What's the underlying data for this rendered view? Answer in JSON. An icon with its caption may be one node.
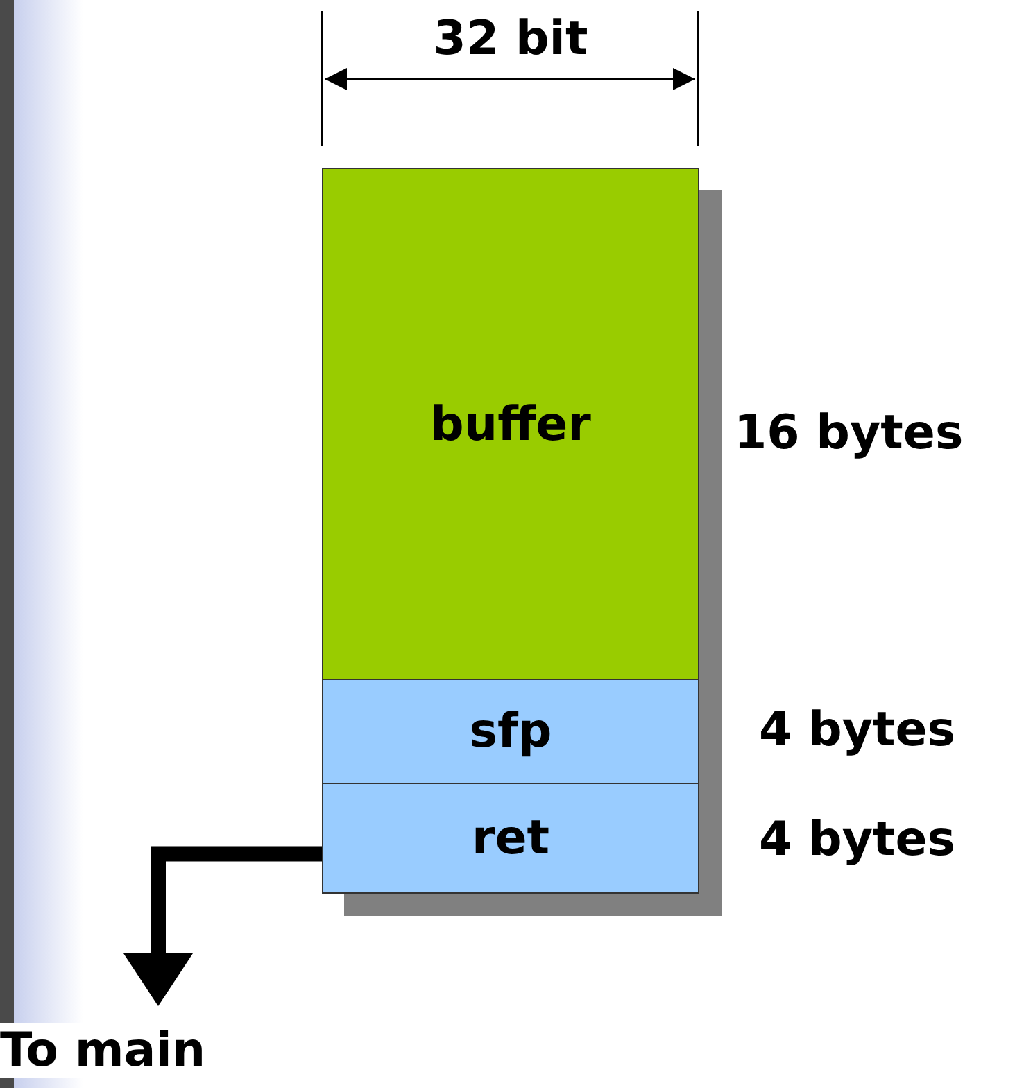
{
  "diagram": {
    "nodes": [
      {
        "text": [
          "buffer"
        ],
        "beside": [
          "16 bytes"
        ]
      },
      {
        "text": [
          "sfp"
        ],
        "beside": [
          "4 bytes"
        ]
      },
      {
        "text": [
          "ret"
        ],
        "beside": [
          "4 bytes"
        ]
      },
      {
        "text": [
          "To main"
        ]
      }
    ],
    "edges": [
      {
        "from": 2,
        "to": 3,
        "arrow": "to"
      }
    ],
    "labels": [
      "32 bit"
    ]
  }
}
